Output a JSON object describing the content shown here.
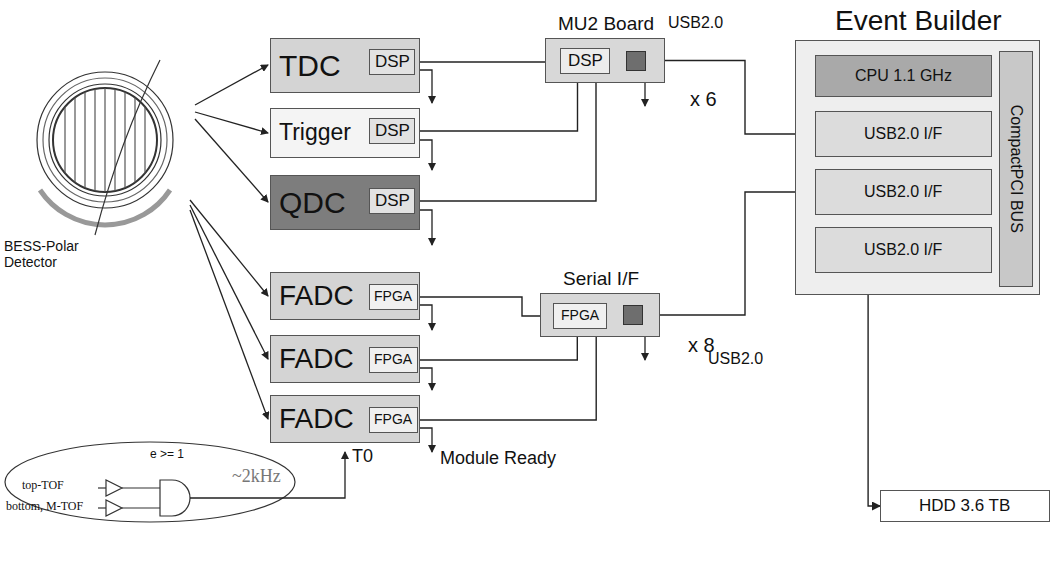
{
  "diagram": {
    "nodes": [
      {
        "text": [
          "TDC"
        ]
      },
      {
        "text": [
          "DSP"
        ],
        "in": 0
      },
      {
        "text": [
          "Trigger"
        ]
      },
      {
        "text": [
          "DSP"
        ],
        "in": 2
      },
      {
        "text": [
          "QDC"
        ]
      },
      {
        "text": [
          "DSP"
        ],
        "in": 4
      },
      {
        "text": [
          "MU2 Board"
        ]
      },
      {
        "text": [
          "DSP"
        ],
        "in": 6
      },
      {
        "text": [
          "Event Builder"
        ]
      },
      {
        "text": [
          "CPU 1.1 GHz"
        ],
        "in": 8
      },
      {
        "text": [
          "USB2.0 I/F"
        ],
        "in": 8
      },
      {
        "text": [
          "USB2.0 I/F"
        ],
        "in": 8
      },
      {
        "text": [
          "USB2.0 I/F"
        ],
        "in": 8
      },
      {
        "text": [
          "CompactPCI BUS"
        ],
        "in": 8
      },
      {
        "text": [
          "FADC"
        ]
      },
      {
        "text": [
          "FPGA"
        ],
        "in": 14
      },
      {
        "text": [
          "FADC"
        ]
      },
      {
        "text": [
          "FPGA"
        ],
        "in": 16
      },
      {
        "text": [
          "FADC"
        ]
      },
      {
        "text": [
          "FPGA"
        ],
        "in": 18
      },
      {
        "text": [
          "Serial I/F"
        ]
      },
      {
        "text": [
          "FPGA"
        ],
        "in": 20
      },
      {
        "text": [
          "HDD 3.6 TB"
        ]
      }
    ],
    "edges": [
      {
        "from": 1,
        "to": 7,
        "arrow": "to"
      },
      {
        "from": 3,
        "to": 7,
        "arrow": "to"
      },
      {
        "from": 5,
        "to": 7,
        "arrow": "to"
      },
      {
        "from": 6,
        "to": 10,
        "arrow": "to"
      },
      {
        "from": 15,
        "to": 21,
        "arrow": "to"
      },
      {
        "from": 17,
        "to": 21,
        "arrow": "to"
      },
      {
        "from": 19,
        "to": 21,
        "arrow": "to"
      },
      {
        "from": 20,
        "to": 11,
        "arrow": "to"
      },
      {
        "from": 12,
        "to": 22,
        "arrow": "to"
      }
    ],
    "labels": [
      "USB2.0",
      "x 6",
      "USB2.0",
      "x 8",
      "BESS-Polar Detector",
      "Module Ready",
      "T0",
      "~2kHz",
      "e >= 1",
      "top-TOF",
      "bottom, M-TOF"
    ]
  }
}
